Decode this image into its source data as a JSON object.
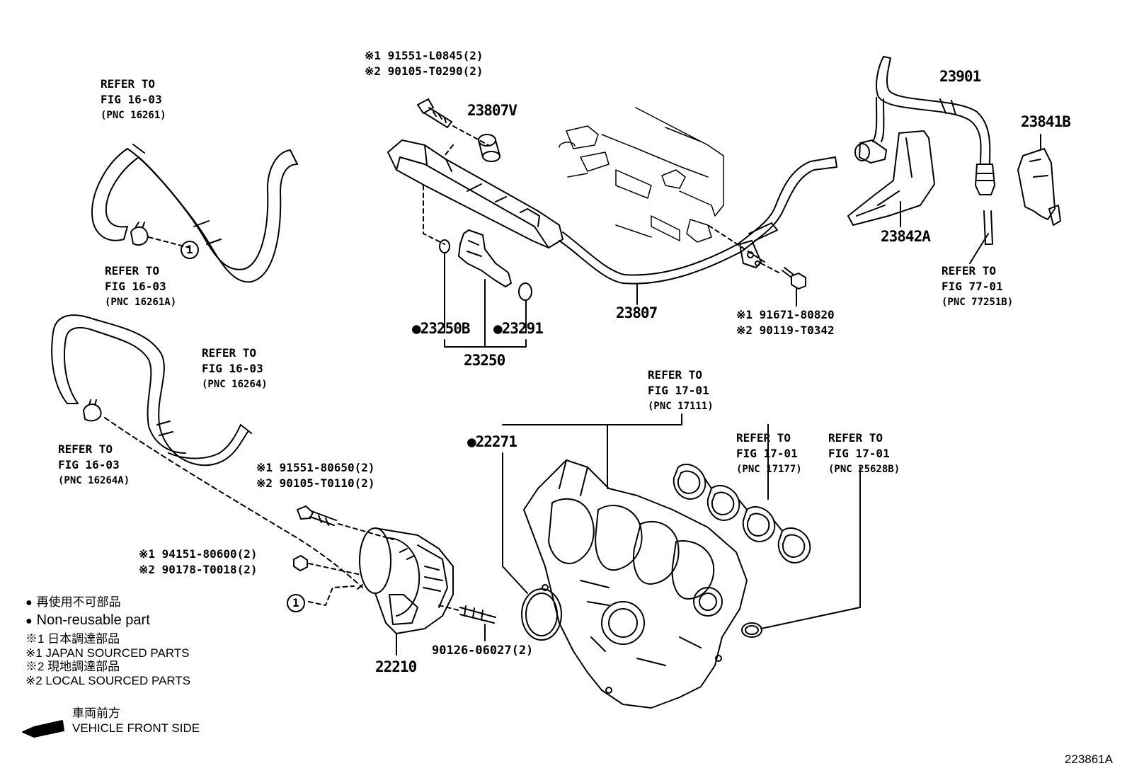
{
  "refs": {
    "r1": [
      "REFER TO",
      "FIG 16-03",
      "(PNC 16261)"
    ],
    "r2": [
      "REFER TO",
      "FIG 16-03",
      "(PNC 16261A)"
    ],
    "r3": [
      "REFER TO",
      "FIG 16-03",
      "(PNC 16264)"
    ],
    "r4": [
      "REFER TO",
      "FIG 16-03",
      "(PNC 16264A)"
    ],
    "r5": [
      "REFER TO",
      "FIG 17-01",
      "(PNC 17111)"
    ],
    "r6": [
      "REFER TO",
      "FIG 17-01",
      "(PNC 17177)"
    ],
    "r7": [
      "REFER TO",
      "FIG 17-01",
      "(PNC 25628B)"
    ],
    "r8": [
      "REFER TO",
      "FIG 77-01",
      "(PNC 77251B)"
    ]
  },
  "callouts": {
    "c1": [
      "※1 91551-L0845(2)",
      "※2 90105-T0290(2)"
    ],
    "c2": [
      "※1 91671-80820",
      "※2 90119-T0342"
    ],
    "c3": [
      "※1 91551-80650(2)",
      "※2 90105-T0110(2)"
    ],
    "c4": [
      "※1 94151-80600(2)",
      "※2 90178-T0018(2)"
    ]
  },
  "parts": {
    "p23807V": "23807V",
    "p23901": "23901",
    "p23841B": "23841B",
    "p23842A": "23842A",
    "p23807": "23807",
    "p23250B": "●23250B",
    "p23291": "●23291",
    "p23250": "23250",
    "p22271": "●22271",
    "p22210": "22210",
    "p90126": "90126-06027(2)"
  },
  "circle_marker": "1",
  "legend": {
    "jp_nonreuse": "再使用不可部品",
    "nonreuse": "Non-reusable part",
    "jp_japan": "※1  日本調達部品",
    "japan": "※1  JAPAN SOURCED PARTS",
    "jp_local": "※2  現地調達部品",
    "local": "※2  LOCAL SOURCED PARTS",
    "jp_front": "車両前方",
    "front": "VEHICLE FRONT SIDE",
    "bullet": "●"
  },
  "figure_id": "223861A"
}
